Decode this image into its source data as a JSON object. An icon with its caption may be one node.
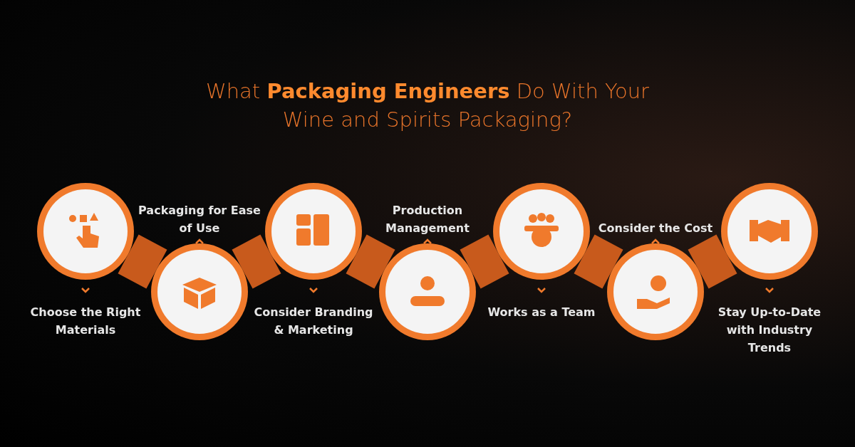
{
  "diagram": {
    "title": "What **Packaging Engineers** Do With Your Wine and Spirits Packaging?",
    "nodes": [
      {
        "text": [
          "Choose the Right Materials"
        ]
      },
      {
        "text": [
          "Packaging for Ease of Use"
        ]
      },
      {
        "text": [
          "Consider Branding & Marketing"
        ]
      },
      {
        "text": [
          "Production Management"
        ]
      },
      {
        "text": [
          "Works as a Team"
        ]
      },
      {
        "text": [
          "Consider the Cost"
        ]
      },
      {
        "text": [
          "Stay Up-to-Date with Industry Trends"
        ]
      }
    ],
    "edges": [
      {
        "from": 0,
        "to": 1,
        "arrow": "none"
      },
      {
        "from": 1,
        "to": 2,
        "arrow": "none"
      },
      {
        "from": 2,
        "to": 3,
        "arrow": "none"
      },
      {
        "from": 3,
        "to": 4,
        "arrow": "none"
      },
      {
        "from": 4,
        "to": 5,
        "arrow": "none"
      },
      {
        "from": 5,
        "to": 6,
        "arrow": "none"
      }
    ]
  }
}
